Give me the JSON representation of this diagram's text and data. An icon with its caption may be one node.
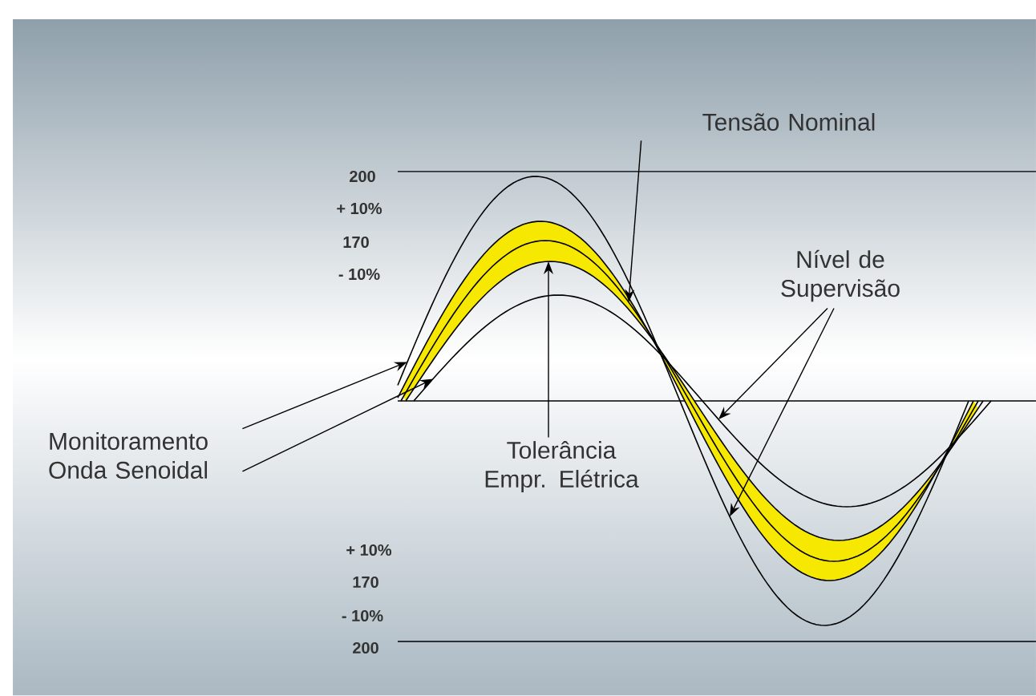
{
  "diagram": {
    "nodes": [
      {
        "text": [
          "Tensão Nominal"
        ]
      },
      {
        "text": [
          "Nível de Supervisão"
        ]
      },
      {
        "text": [
          "Tolerância Empr. Elétrica"
        ]
      },
      {
        "text": [
          "Monitoramento Onda Senoidal"
        ]
      }
    ],
    "edges": [
      {
        "from": 0,
        "to": null,
        "arrow": "to"
      },
      {
        "from": 1,
        "to": null,
        "arrow": "to"
      },
      {
        "from": 1,
        "to": null,
        "arrow": "to"
      },
      {
        "from": 2,
        "to": null,
        "arrow": "to"
      },
      {
        "from": 3,
        "to": null,
        "arrow": "to"
      },
      {
        "from": 3,
        "to": null,
        "arrow": "to"
      }
    ],
    "labels": [
      "200",
      "+ 10%",
      "170",
      "- 10%",
      "+ 10%",
      "170",
      "- 10%",
      "200"
    ]
  }
}
